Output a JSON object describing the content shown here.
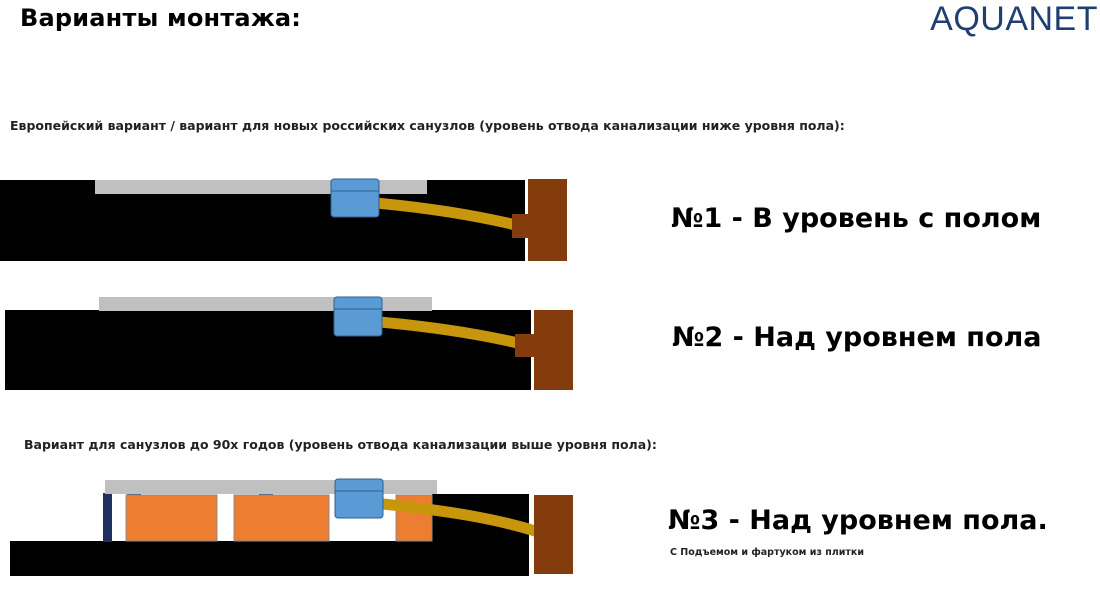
{
  "header": {
    "title": "Варианты монтажа:",
    "brand": "AQUANET"
  },
  "sections": {
    "european": "Европейский вариант / вариант для новых российских санузлов (уровень отвода канализации ниже уровня пола):",
    "old": "Вариант для санузлов до 90х годов (уровень отвода канализации выше уровня пола):"
  },
  "variants": [
    {
      "label": "№1 - В уровень с полом"
    },
    {
      "label": "№2 - Над уровнем пола"
    },
    {
      "label": "№3 - Над уровнем пола.",
      "note": "С Подъемом и фартуком из плитки"
    }
  ],
  "colors": {
    "floor": "#000000",
    "tray": "#c0c0c0",
    "drain": "#5b9bd5",
    "pipe": "#c8960c",
    "wall": "#843c0c",
    "brick": "#ed7d31",
    "brand": "#1f3f73"
  }
}
